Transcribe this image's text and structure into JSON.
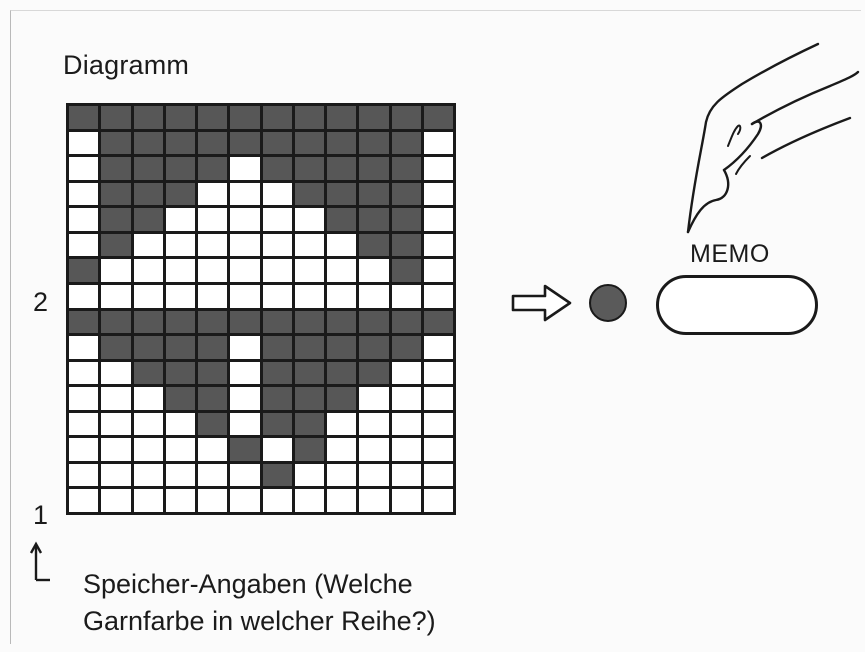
{
  "diagram": {
    "title": "Diagramm",
    "row_labels": {
      "row2": "2",
      "row1": "1"
    },
    "caption_lines": [
      "Speicher-Angaben (Welche",
      "Garnfarbe in welcher Reihe?)"
    ],
    "memo_label": "MEMO",
    "grid_rows": [
      "############",
      ".##########.",
      ".####.#####.",
      ".###...####.",
      ".##.....###.",
      ".#.......##.",
      "#.........#.",
      "............",
      "############",
      ".####.#####.",
      "..###.####..",
      "...##.###...",
      "....#.##....",
      ".....#.#....",
      "......#.....",
      "............"
    ],
    "colors": {
      "dark_stitch": "#575757",
      "light_stitch": "#ffffff",
      "grid_line": "#1a1a1a"
    }
  }
}
